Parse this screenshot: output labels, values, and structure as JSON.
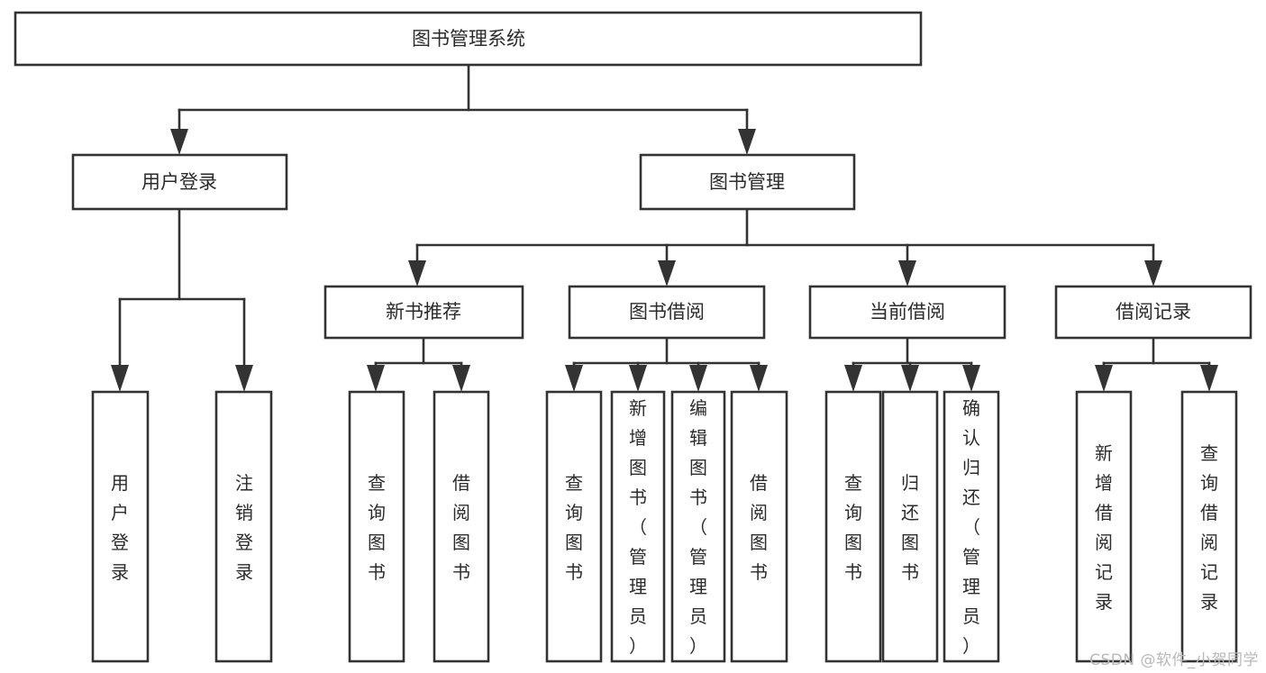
{
  "diagram": {
    "type": "tree",
    "title": "图书管理系统",
    "watermark": "CSDN @软件_小贺同学",
    "colors": {
      "stroke": "#333333",
      "fill": "#ffffff",
      "text": "#2b2b2b",
      "watermark": "#b9b9b9",
      "background": "#ffffff"
    },
    "nodes": {
      "root": {
        "label": "图书管理系统"
      },
      "level1": [
        {
          "label": "用户登录"
        },
        {
          "label": "图书管理"
        }
      ],
      "level2": [
        {
          "label": "新书推荐"
        },
        {
          "label": "图书借阅"
        },
        {
          "label": "当前借阅"
        },
        {
          "label": "借阅记录"
        }
      ],
      "leaves": {
        "user_login": [
          {
            "label": "用户登录"
          },
          {
            "label": "注销登录"
          }
        ],
        "new_book_recommend": [
          {
            "label": "查询图书"
          },
          {
            "label": "借阅图书"
          }
        ],
        "book_borrow": [
          {
            "label": "查询图书"
          },
          {
            "label": "新增图书（管理员）"
          },
          {
            "label": "编辑图书（管理员）"
          },
          {
            "label": "借阅图书"
          }
        ],
        "current_borrow": [
          {
            "label": "查询图书"
          },
          {
            "label": "归还图书"
          },
          {
            "label": "确认归还（管理员）"
          }
        ],
        "borrow_record": [
          {
            "label": "新增借阅记录"
          },
          {
            "label": "查询借阅记录"
          }
        ]
      }
    }
  }
}
